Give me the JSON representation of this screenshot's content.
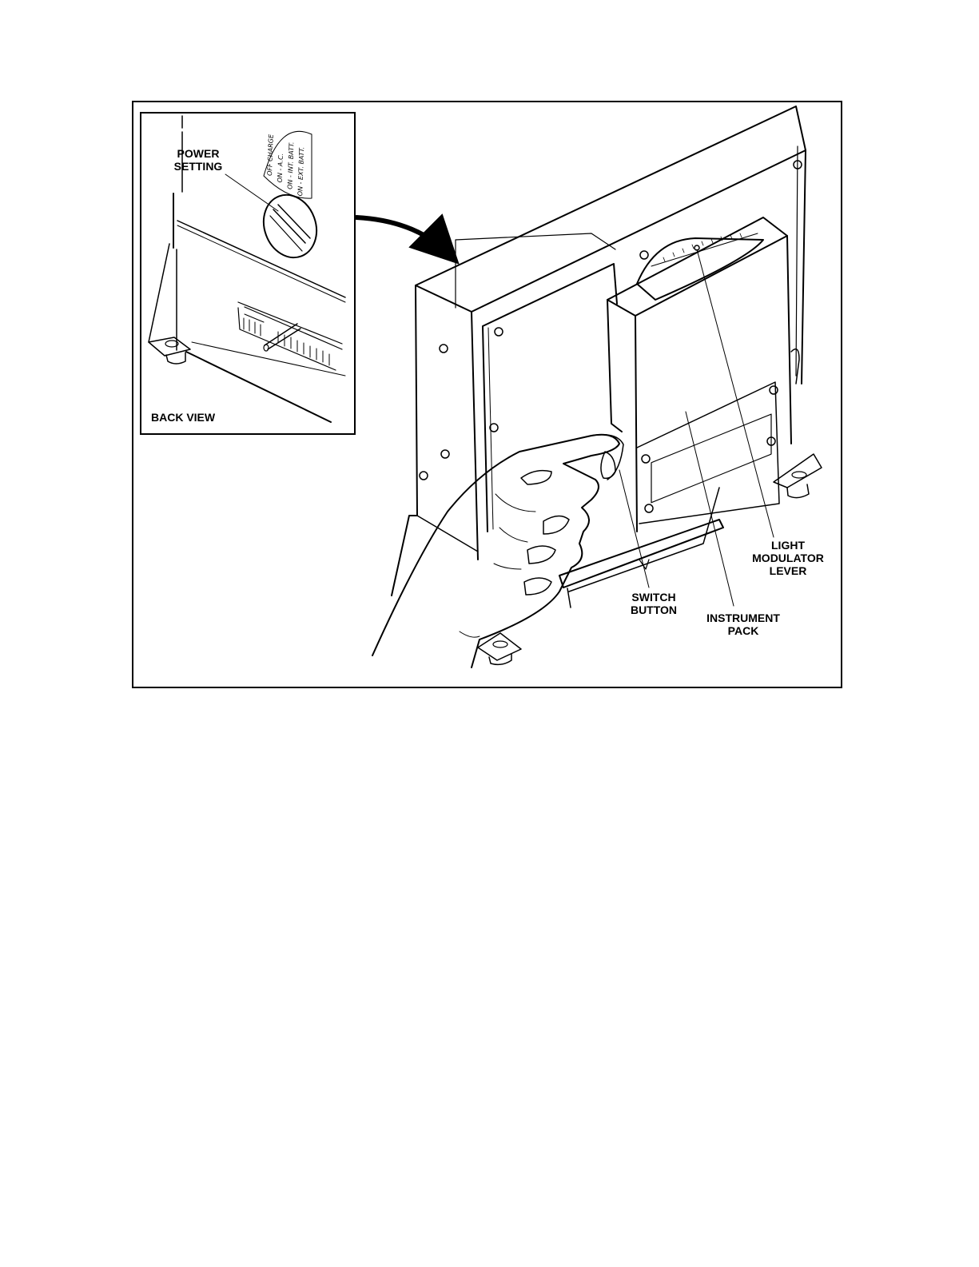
{
  "labels": {
    "power_setting_line1": "POWER",
    "power_setting_line2": "SETTING",
    "back_view": "BACK VIEW",
    "light_line1": "LIGHT",
    "light_line2": "MODULATOR",
    "light_line3": "LEVER",
    "switch_line1": "SWITCH",
    "switch_line2": "BUTTON",
    "instrument_line1": "INSTRUMENT",
    "instrument_line2": "PACK"
  },
  "dial_positions": [
    "OFF CHARGE",
    "ON - A.C.",
    "ON - INT. BATT.",
    "ON - EXT. BATT."
  ]
}
